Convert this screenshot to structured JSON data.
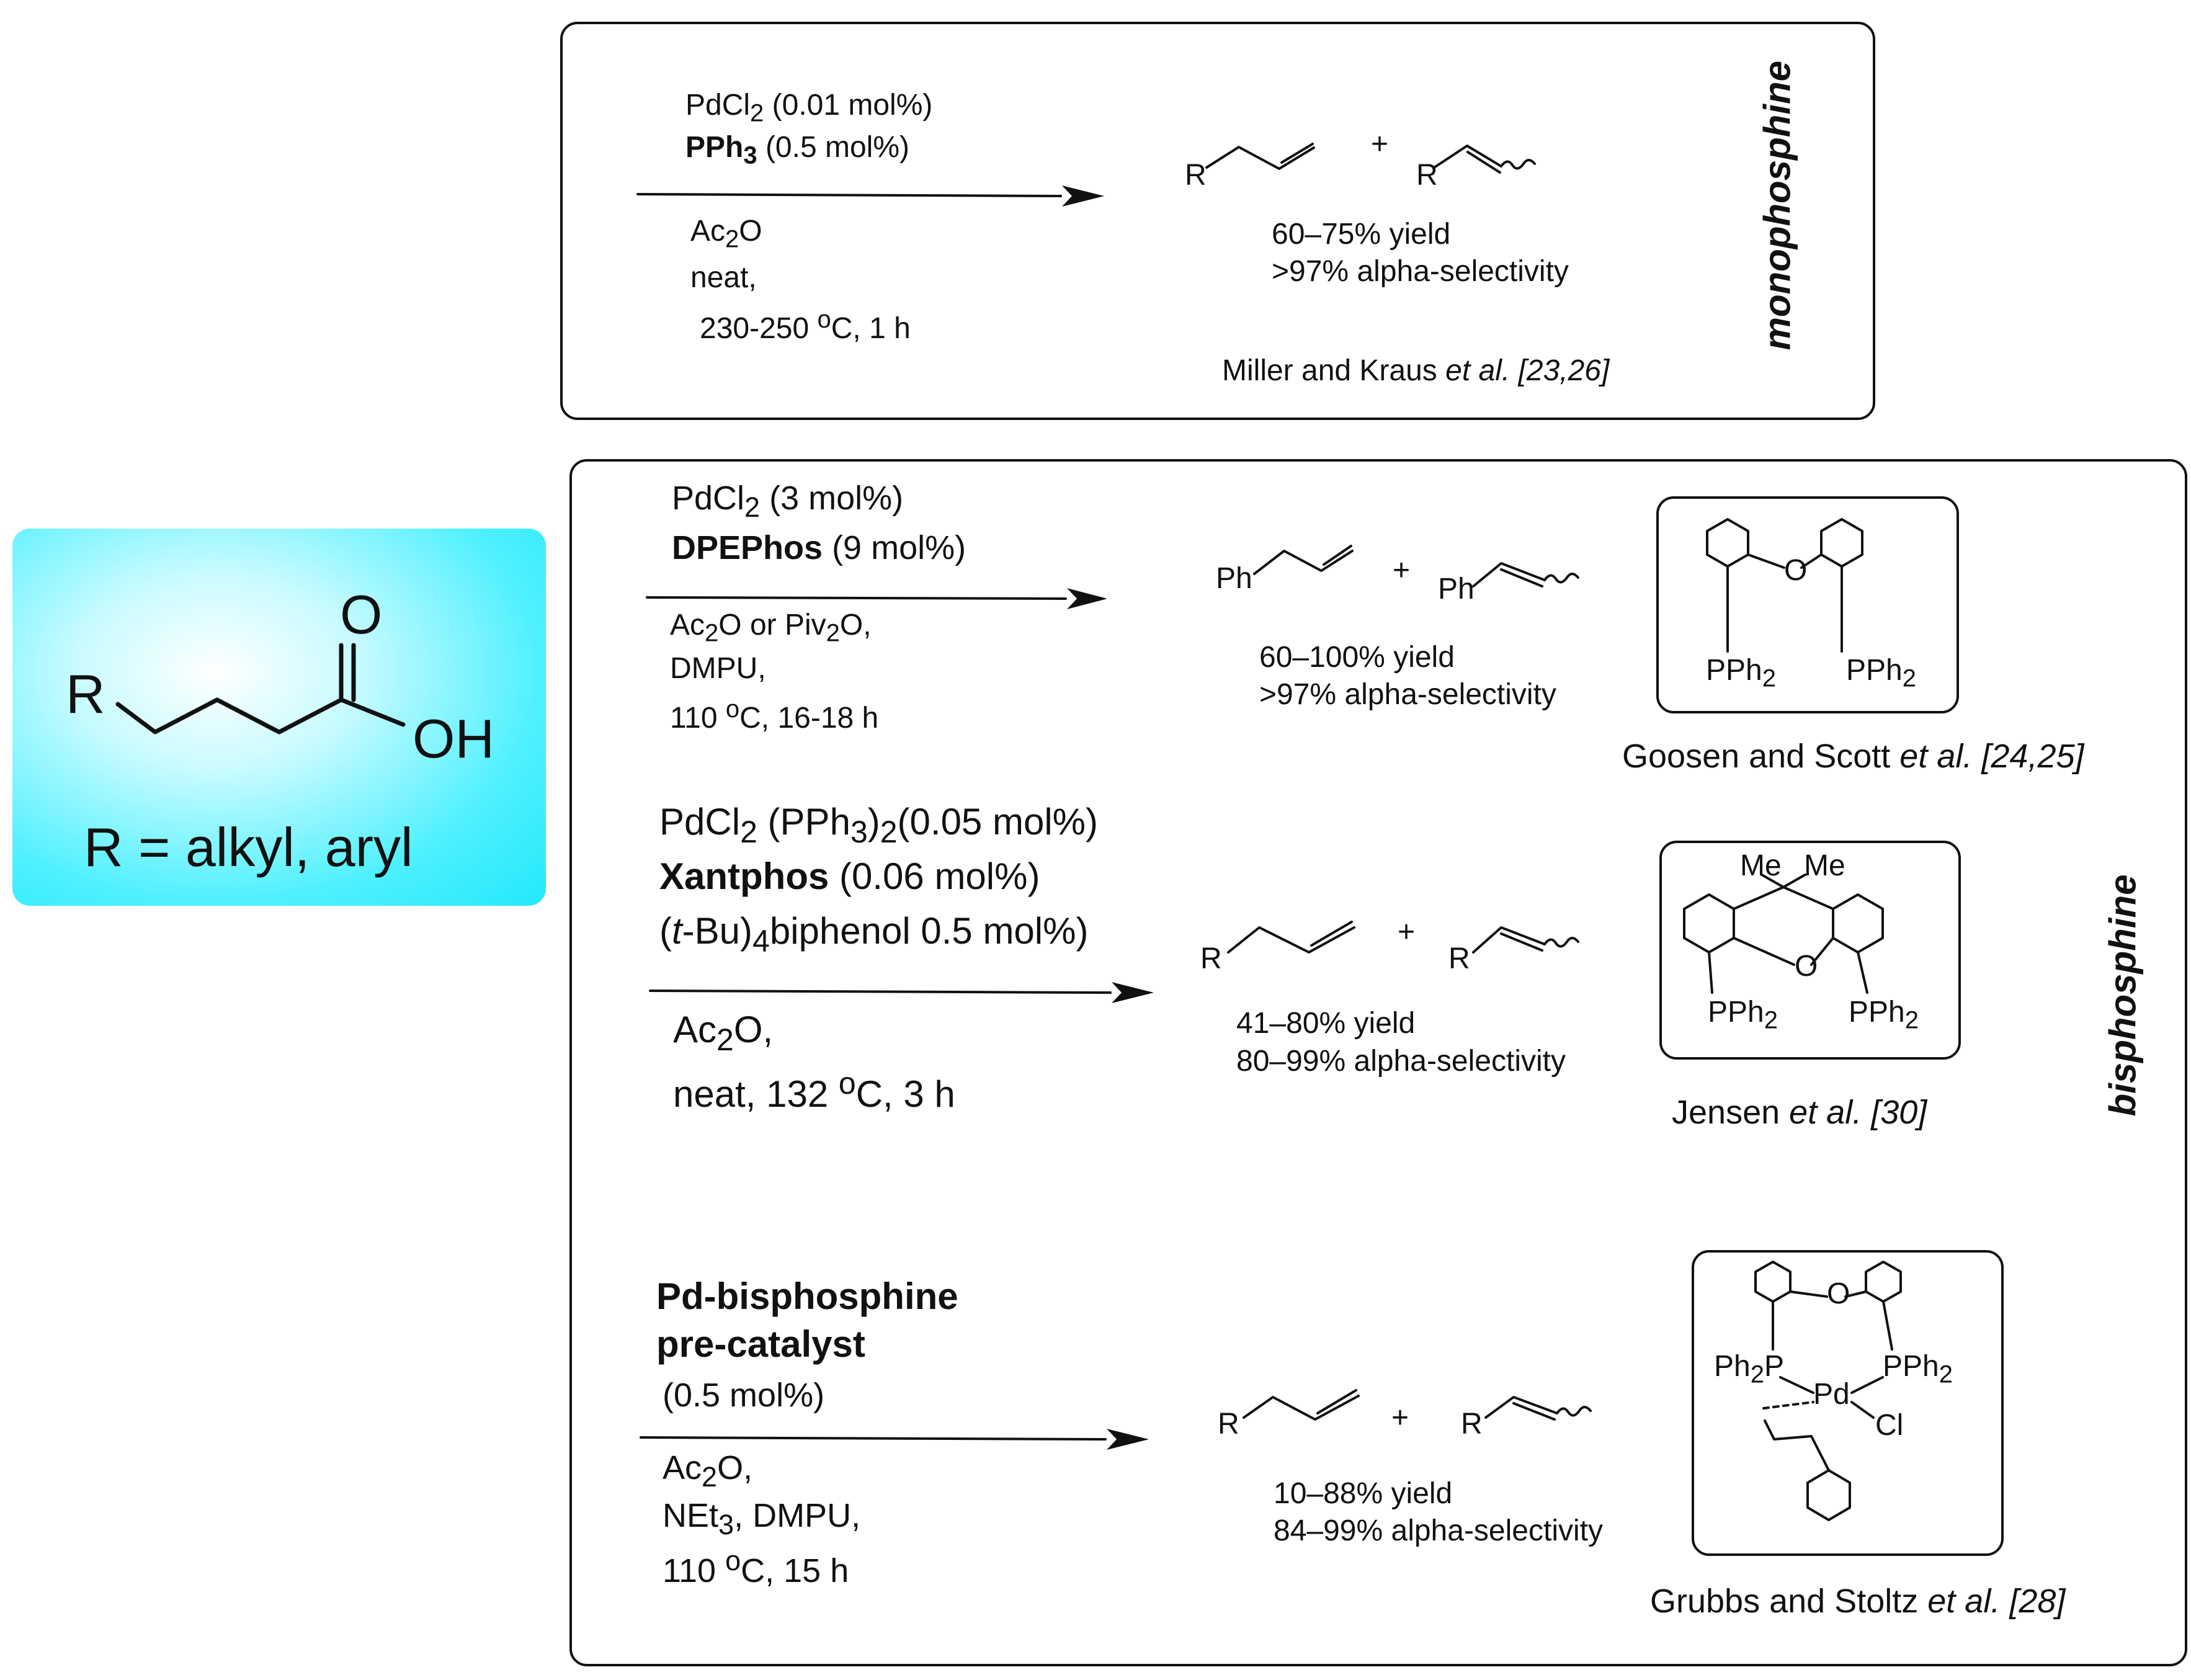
{
  "starting_material": {
    "r_label": "R",
    "o_label": "O",
    "oh_label": "OH",
    "definition": "R = alkyl, aryl",
    "background_color": "#2ff0fc"
  },
  "monophosphine": {
    "category": "monophosphine",
    "catalyst": {
      "formula": "PdCl",
      "sub": "2",
      "loading": " (0.01 mol%)"
    },
    "ligand": {
      "name": "PPh",
      "sub": "3",
      "loading": " (0.5 mol%)"
    },
    "conditions": {
      "reagent": "Ac",
      "reagent_sub": "2",
      "reagent_tail": "O",
      "medium": "neat,",
      "temp": "230-250 ",
      "temp_sup": "o",
      "temp_tail": "C, 1 h"
    },
    "product_r": "R",
    "product_r2": "R",
    "plus": "+",
    "yield": "60–75% yield",
    "selectivity": ">97% alpha-selectivity",
    "ref_authors": "Miller and Kraus ",
    "ref_etal": "et al.",
    "ref_numbers": " [23,26]"
  },
  "bisphosphine": {
    "category": "bisphosphine",
    "entry1": {
      "catalyst": {
        "formula": "PdCl",
        "sub": "2",
        "loading": " (3 mol%)"
      },
      "ligand": {
        "name": "DPEPhos",
        "loading": " (9 mol%)"
      },
      "cond_line1": {
        "a": "Ac",
        "a_sub": "2",
        "b": "O or Piv",
        "b_sub": "2",
        "c": "O,"
      },
      "cond_line2": "DMPU,",
      "cond_line3": {
        "a": "110 ",
        "sup": "o",
        "b": "C, 16-18 h"
      },
      "product_r": "Ph",
      "product_r2": "Ph",
      "plus": "+",
      "yield": "60–100% yield",
      "selectivity": ">97% alpha-selectivity",
      "ligand_structure": {
        "o_label": "O",
        "p_left": "PPh",
        "p_left_sub": "2",
        "p_right": "PPh",
        "p_right_sub": "2"
      },
      "ref_authors": "Goosen and Scott ",
      "ref_etal": "et al.",
      "ref_numbers": " [24,25]"
    },
    "entry2": {
      "catalyst": {
        "a": "PdCl",
        "a_sub": "2",
        "b": " (PPh",
        "b_sub": "3",
        "c": ")",
        "c_sub": "2",
        "d": "(0.05 mol%)"
      },
      "ligand": {
        "name": "Xantphos",
        "loading": " (0.06 mol%)"
      },
      "additive": {
        "a": "(",
        "a_i": "t",
        "b": "-Bu)",
        "b_sub": "4",
        "c": "biphenol 0.5 mol%)"
      },
      "cond_line1": {
        "a": "Ac",
        "a_sub": "2",
        "b": "O,"
      },
      "cond_line2": {
        "a": "neat, 132 ",
        "sup": "o",
        "b": "C, 3 h"
      },
      "product_r": "R",
      "product_r2": "R",
      "plus": "+",
      "yield": "41–80% yield",
      "selectivity": "80–99% alpha-selectivity",
      "ligand_structure": {
        "me_left": "Me",
        "me_right": "Me",
        "o_label": "O",
        "p_left": "PPh",
        "p_left_sub": "2",
        "p_right": "PPh",
        "p_right_sub": "2"
      },
      "ref_authors": "Jensen ",
      "ref_etal": "et al.",
      "ref_numbers": " [30]"
    },
    "entry3": {
      "catalyst_line1": "Pd-bisphosphine",
      "catalyst_line2": "pre-catalyst",
      "loading": "(0.5 mol%)",
      "cond_line1": {
        "a": "Ac",
        "a_sub": "2",
        "b": "O,"
      },
      "cond_line2": {
        "a": "NEt",
        "a_sub": "3",
        "b": ", DMPU,"
      },
      "cond_line3": {
        "a": "110 ",
        "sup": "o",
        "b": "C, 15 h"
      },
      "product_r": "R",
      "product_r2": "R",
      "plus": "+",
      "yield": "10–88% yield",
      "selectivity": "84–99% alpha-selectivity",
      "complex_structure": {
        "o_label": "O",
        "p_left": "Ph",
        "p_left_sub": "2",
        "p_left_tail": "P",
        "p_right": "PPh",
        "p_right_sub": "2",
        "pd": "Pd",
        "cl": "Cl"
      },
      "ref_authors": "Grubbs and Stoltz ",
      "ref_etal": "et al.",
      "ref_numbers": " [28]"
    }
  }
}
